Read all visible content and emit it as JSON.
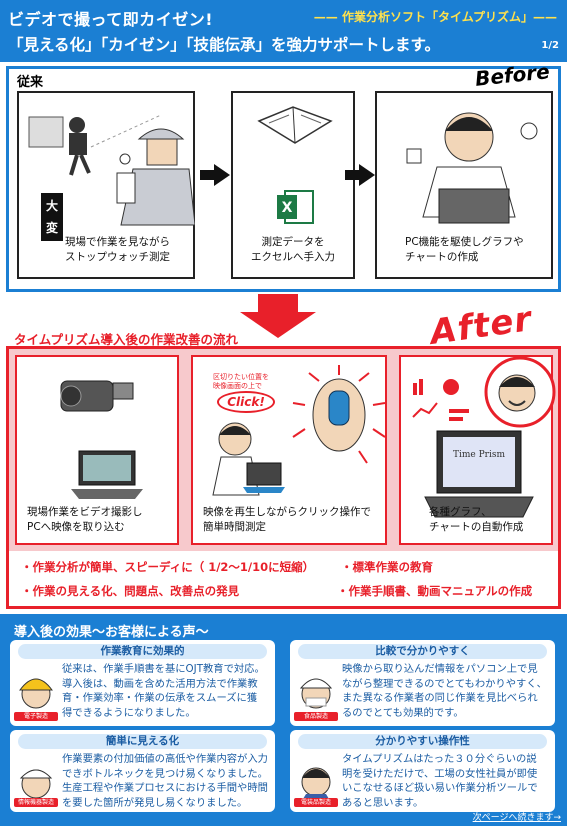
{
  "header": {
    "title_line1": "ビデオで撮って即カイゼン!",
    "product": "—— 作業分析ソフト「タイムプリズム」——",
    "title_line2": "「見える化」「カイゼン」「技能伝承」を強力サポートします。",
    "page": "1/2"
  },
  "before": {
    "label": "従来",
    "badge": "Before",
    "taihen": "大変",
    "panels": [
      {
        "caption_line1": "現場で作業を見ながら",
        "caption_line2": "ストップウォッチ測定"
      },
      {
        "caption_line1": "測定データを",
        "caption_line2": "エクセルへ手入力"
      },
      {
        "caption_line1": "PC機能を駆使しグラフや",
        "caption_line2": "チャートの作成"
      }
    ]
  },
  "after": {
    "badge": "After",
    "title": "タイムプリズム導入後の作業改善の流れ",
    "click_note_line1": "区切りたい位置を",
    "click_note_line2": "映像画面の上で",
    "click_label": "Click!",
    "screen_title": "Time Prism",
    "panels": [
      {
        "caption_line1": "現場作業をビデオ撮影し",
        "caption_line2": "PCへ映像を取り込む"
      },
      {
        "caption_line1": "映像を再生しながらクリック操作で",
        "caption_line2": "簡単時間測定"
      },
      {
        "caption_line1": "各種グラフ、",
        "caption_line2": "チャートの自動作成"
      }
    ],
    "bullets": [
      "・作業分析が簡単、スピーディに（ 1/2～1/10に短縮）",
      "・標準作業の教育",
      "・作業の見える化、問題点、改善点の発見",
      "・作業手順書、動画マニュアルの作成"
    ]
  },
  "voices": {
    "title": "導入後の効果～お客様による声～",
    "cards": [
      {
        "heading": "作業教育に効果的",
        "tag": "電子製造",
        "lines": [
          "従来は、作業手順書を基にOJT教育で対応。",
          "導入後は、動画を含めた活用方法で作業教",
          "育・作業効率・作業の伝承をスムーズに獲",
          "得できるようになりました。"
        ]
      },
      {
        "heading": "比較で分かりやすく",
        "tag": "食品製造",
        "lines": [
          "映像から取り込んだ情報をパソコン上で見",
          "ながら整理できるのでとてもわかりやすく、",
          "また異なる作業者の同じ作業を見比べられ",
          "るのでとても効果的です。"
        ]
      },
      {
        "heading": "簡単に見える化",
        "tag": "情報機器製造",
        "lines": [
          "作業要素の付加価値の高低や作業内容が入力",
          "できボトルネックを見つけ易くなりました。",
          "生産工程や作業プロセスにおける手間や時間",
          "を要した箇所が発見し易くなりました。"
        ]
      },
      {
        "heading": "分かりやすい操作性",
        "tag": "電装品製造",
        "lines": [
          "タイムプリズムはたった３０分ぐらいの説",
          "明を受けただけで、工場の女性社員が即使",
          "いこなせるほど扱い易い作業分析ツールで",
          "あると思います。"
        ]
      }
    ],
    "next_page": "次ページへ続きます→"
  },
  "colors": {
    "brand_blue": "#1b7fd3",
    "accent_red": "#e8202a",
    "highlight_yellow": "#ffe14d",
    "pink_bg": "#f7c9cc"
  }
}
